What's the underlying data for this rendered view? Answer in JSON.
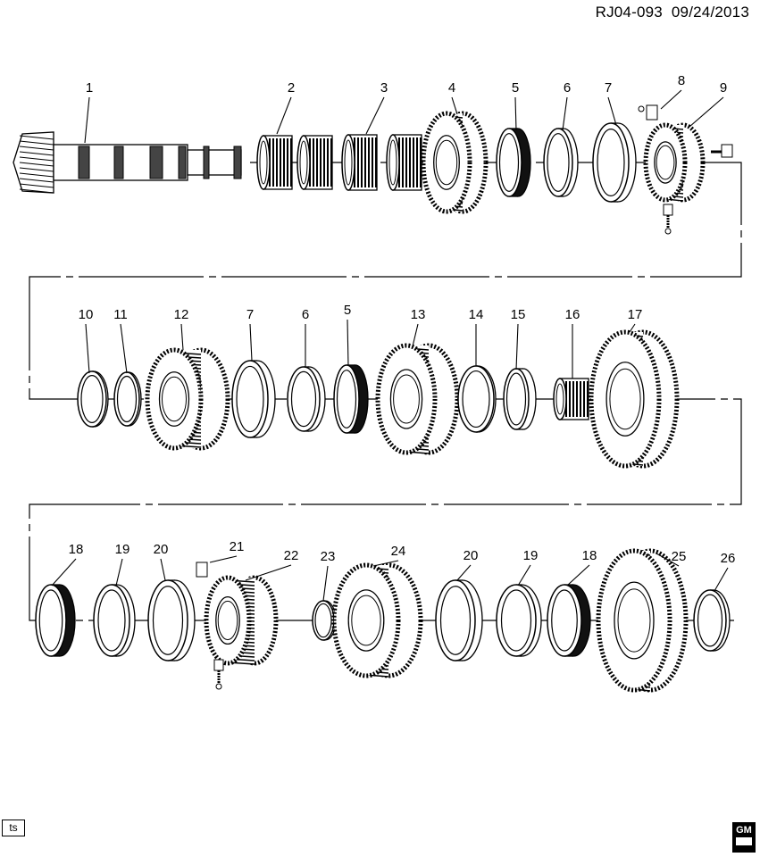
{
  "header": {
    "drawing_id": "RJ04-093",
    "date": "09/24/2013"
  },
  "diagram": {
    "rows": [
      {
        "callouts": [
          "1",
          "2",
          "3",
          "4",
          "5",
          "6",
          "7",
          "8",
          "9"
        ]
      },
      {
        "callouts": [
          "10",
          "11",
          "12",
          "7",
          "6",
          "5",
          "13",
          "14",
          "15",
          "16",
          "17"
        ]
      },
      {
        "callouts": [
          "18",
          "19",
          "20",
          "21",
          "22",
          "23",
          "24",
          "20",
          "19",
          "18",
          "25",
          "26"
        ]
      }
    ]
  },
  "footer": {
    "ts_label": "ts",
    "logo": "GM"
  }
}
